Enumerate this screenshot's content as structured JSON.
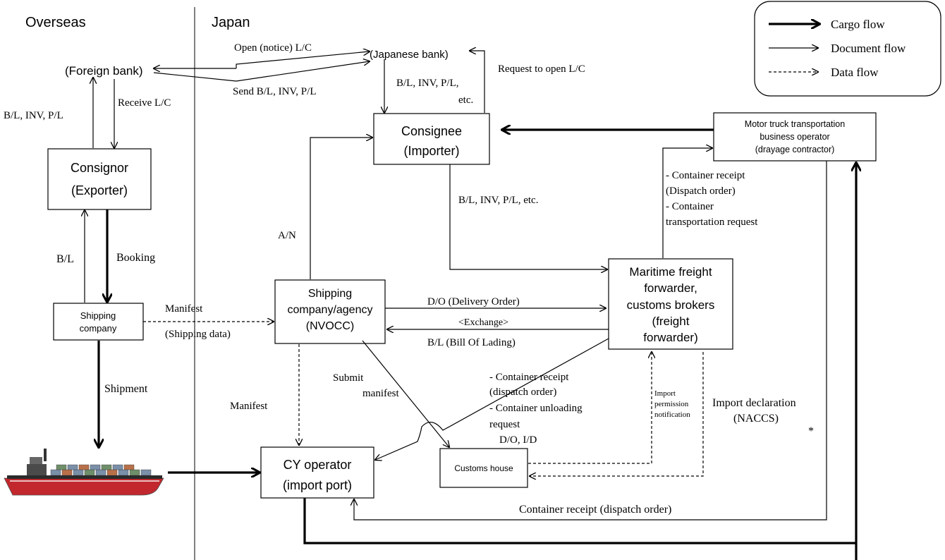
{
  "regions": {
    "overseas": "Overseas",
    "japan": "Japan"
  },
  "legend": {
    "cargo": "Cargo flow",
    "document": "Document flow",
    "data": "Data flow"
  },
  "nodes": {
    "foreign_bank": "(Foreign bank)",
    "japanese_bank": "(Japanese bank)",
    "consignor": [
      "Consignor",
      "(Exporter)"
    ],
    "consignee": [
      "Consignee",
      "(Importer)"
    ],
    "motor_truck": [
      "Motor truck transportation",
      "business operator",
      "(drayage contractor)"
    ],
    "shipping_company": [
      "Shipping",
      "company"
    ],
    "shipping_agency": [
      "Shipping",
      "company/agency",
      "(NVOCC)"
    ],
    "forwarder": [
      "Maritime freight",
      "forwarder,",
      "customs brokers",
      "(freight",
      "forwarder)"
    ],
    "cy_operator": [
      "CY operator",
      "(import port)"
    ],
    "customs_house": "Customs house"
  },
  "labels": {
    "open_lc": "Open (notice) L/C",
    "send_bl": "Send B/L, INV, P/L",
    "request_lc": "Request to open L/C",
    "bank_docs": [
      "B/L, INV, P/L,",
      "etc."
    ],
    "receive_lc": "Receive L/C",
    "bl_inv_pl_left": "B/L, INV, P/L",
    "bl_left": "B/L",
    "booking": "Booking",
    "shipment": "Shipment",
    "manifest_top": "Manifest",
    "shipping_data": "(Shipping data)",
    "an": "A/N",
    "consignee_docs": "B/L, INV, P/L, etc.",
    "container_receipt_top": [
      "- Container receipt",
      "(Dispatch order)",
      "- Container",
      "transportation request"
    ],
    "do_label": "D/O (Delivery Order)",
    "exchange": "<Exchange>",
    "bl_label": "B/L (Bill Of Lading)",
    "submit_manifest": [
      "Submit",
      "manifest"
    ],
    "manifest_left": "Manifest",
    "container_receipt_mid": [
      "- Container receipt",
      "(dispatch order)",
      "- Container  unloading",
      "request"
    ],
    "do_id": "D/O, I/D",
    "import_permission": [
      "Import",
      "permission",
      "notification"
    ],
    "import_declaration": [
      "Import declaration",
      "(NACCS)"
    ],
    "asterisk": "*",
    "container_receipt_bottom": "Container receipt (dispatch order)"
  }
}
